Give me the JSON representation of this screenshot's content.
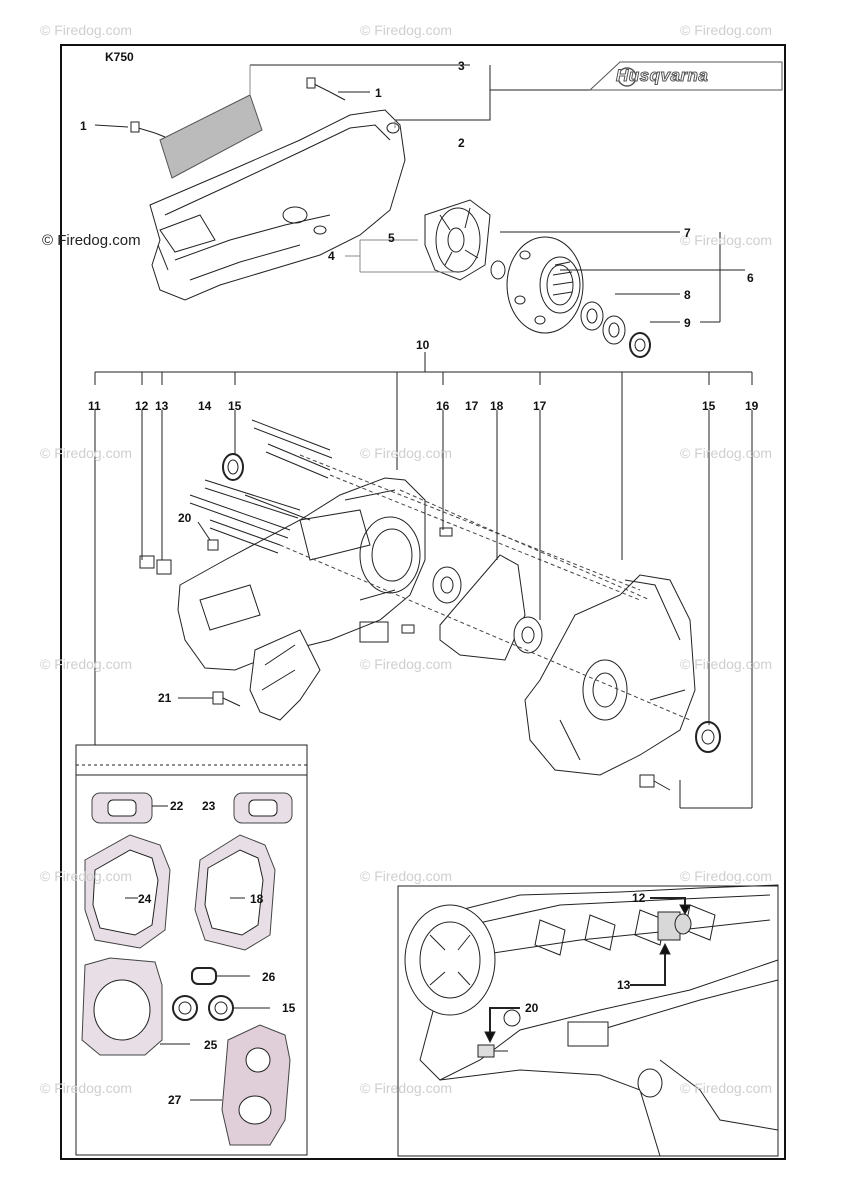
{
  "model": "K750",
  "brand": "Husqvarna",
  "watermark": "© Firedog.com",
  "watermark_short": "Firedog.com",
  "labels": {
    "l1": "1",
    "l2": "2",
    "l3": "3",
    "l4": "4",
    "l5": "5",
    "l6": "6",
    "l7": "7",
    "l8": "8",
    "l9": "9",
    "l10": "10",
    "l11": "11",
    "l12": "12",
    "l13": "13",
    "l14": "14",
    "l15": "15",
    "l16": "16",
    "l17": "17",
    "l18": "18",
    "l19": "19",
    "l20": "20",
    "l21": "21",
    "l22": "22",
    "l23": "23",
    "l24": "24",
    "l25": "25",
    "l26": "26",
    "l27": "27"
  }
}
